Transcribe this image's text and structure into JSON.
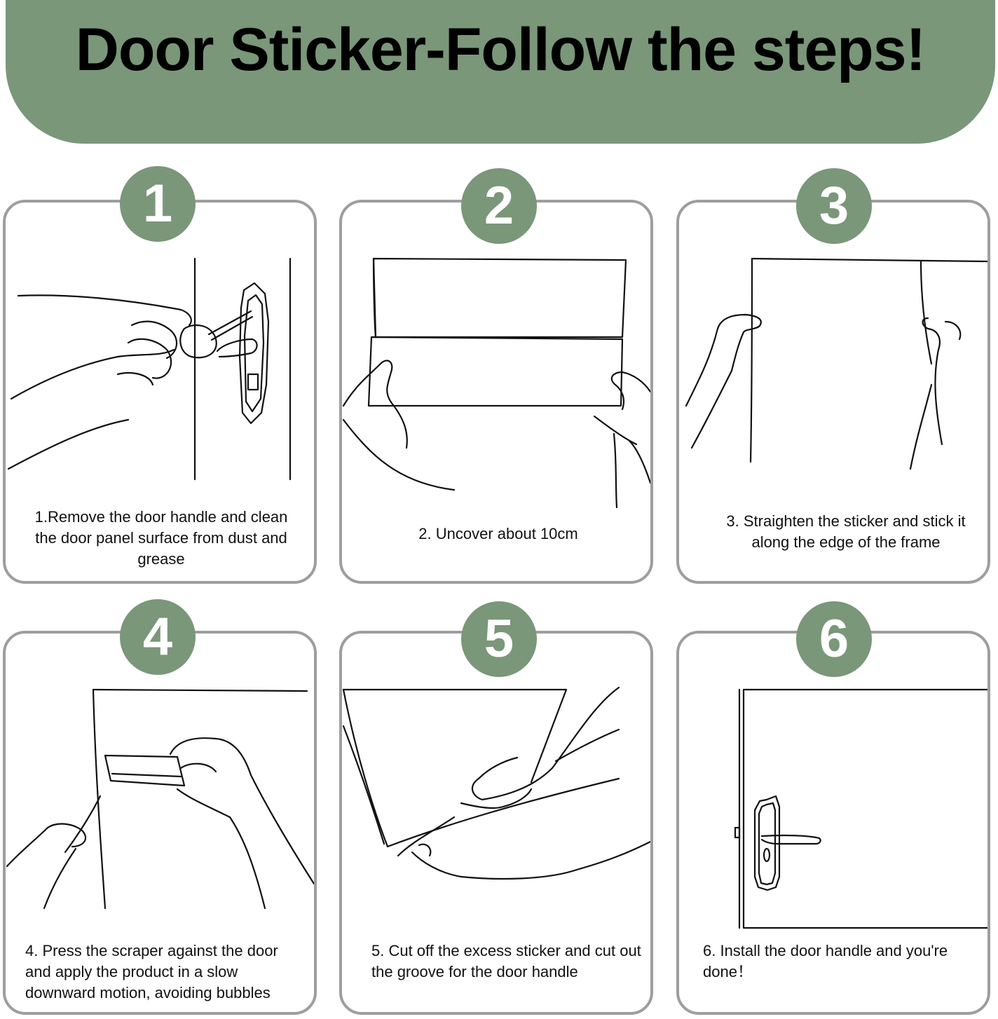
{
  "title": "Door Sticker-Follow the steps!",
  "colors": {
    "accent": "#7a9779",
    "border": "#9e9e9e",
    "ink": "#111111"
  },
  "steps": [
    {
      "number": "1",
      "caption": "1.Remove the door handle and clean the door panel surface from dust and grease"
    },
    {
      "number": "2",
      "caption": "2. Uncover about 10cm"
    },
    {
      "number": "3",
      "caption": "3. Straighten the sticker and stick it along the edge of the frame"
    },
    {
      "number": "4",
      "caption": "4. Press the scraper against the door and apply the product in a slow downward motion, avoiding bubbles"
    },
    {
      "number": "5",
      "caption": "5. Cut off the excess sticker and cut out the groove for the door handle"
    },
    {
      "number": "6",
      "caption": "6. Install the door handle and you're done！"
    }
  ]
}
